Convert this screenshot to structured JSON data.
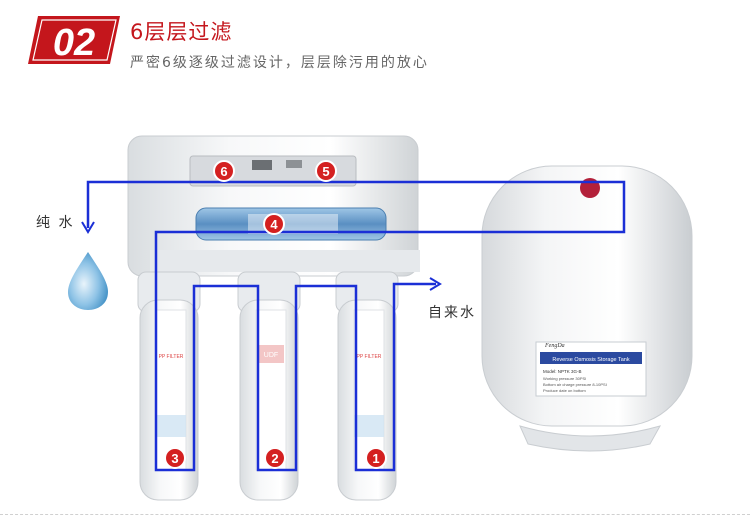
{
  "header": {
    "badge_number": "02",
    "title": "6层层过滤",
    "subtitle": "严密6级逐级过滤设计，层层除污用的放心"
  },
  "labels": {
    "pure_water": "纯 水",
    "tap_water": "自来水"
  },
  "stages": [
    {
      "number": "1"
    },
    {
      "number": "2"
    },
    {
      "number": "3"
    },
    {
      "number": "4"
    },
    {
      "number": "5"
    },
    {
      "number": "6"
    }
  ],
  "cartridges": {
    "left_label": "PP FILTER",
    "middle_label": "UDF",
    "right_label": "PP FILTER"
  },
  "tank": {
    "brand": "FengDa",
    "label_line": "Reverse Osmosis Storage Tank",
    "model": "Model: NPTK 3G-B",
    "info1": "Working pressure 30PSI",
    "info2": "Bottom air charge pressure 8-10PSI",
    "info3": "Produce date on bottom"
  },
  "colors": {
    "accent_red": "#c4161c",
    "flow_blue": "#1b2fd6",
    "circle_red": "#d42020"
  }
}
